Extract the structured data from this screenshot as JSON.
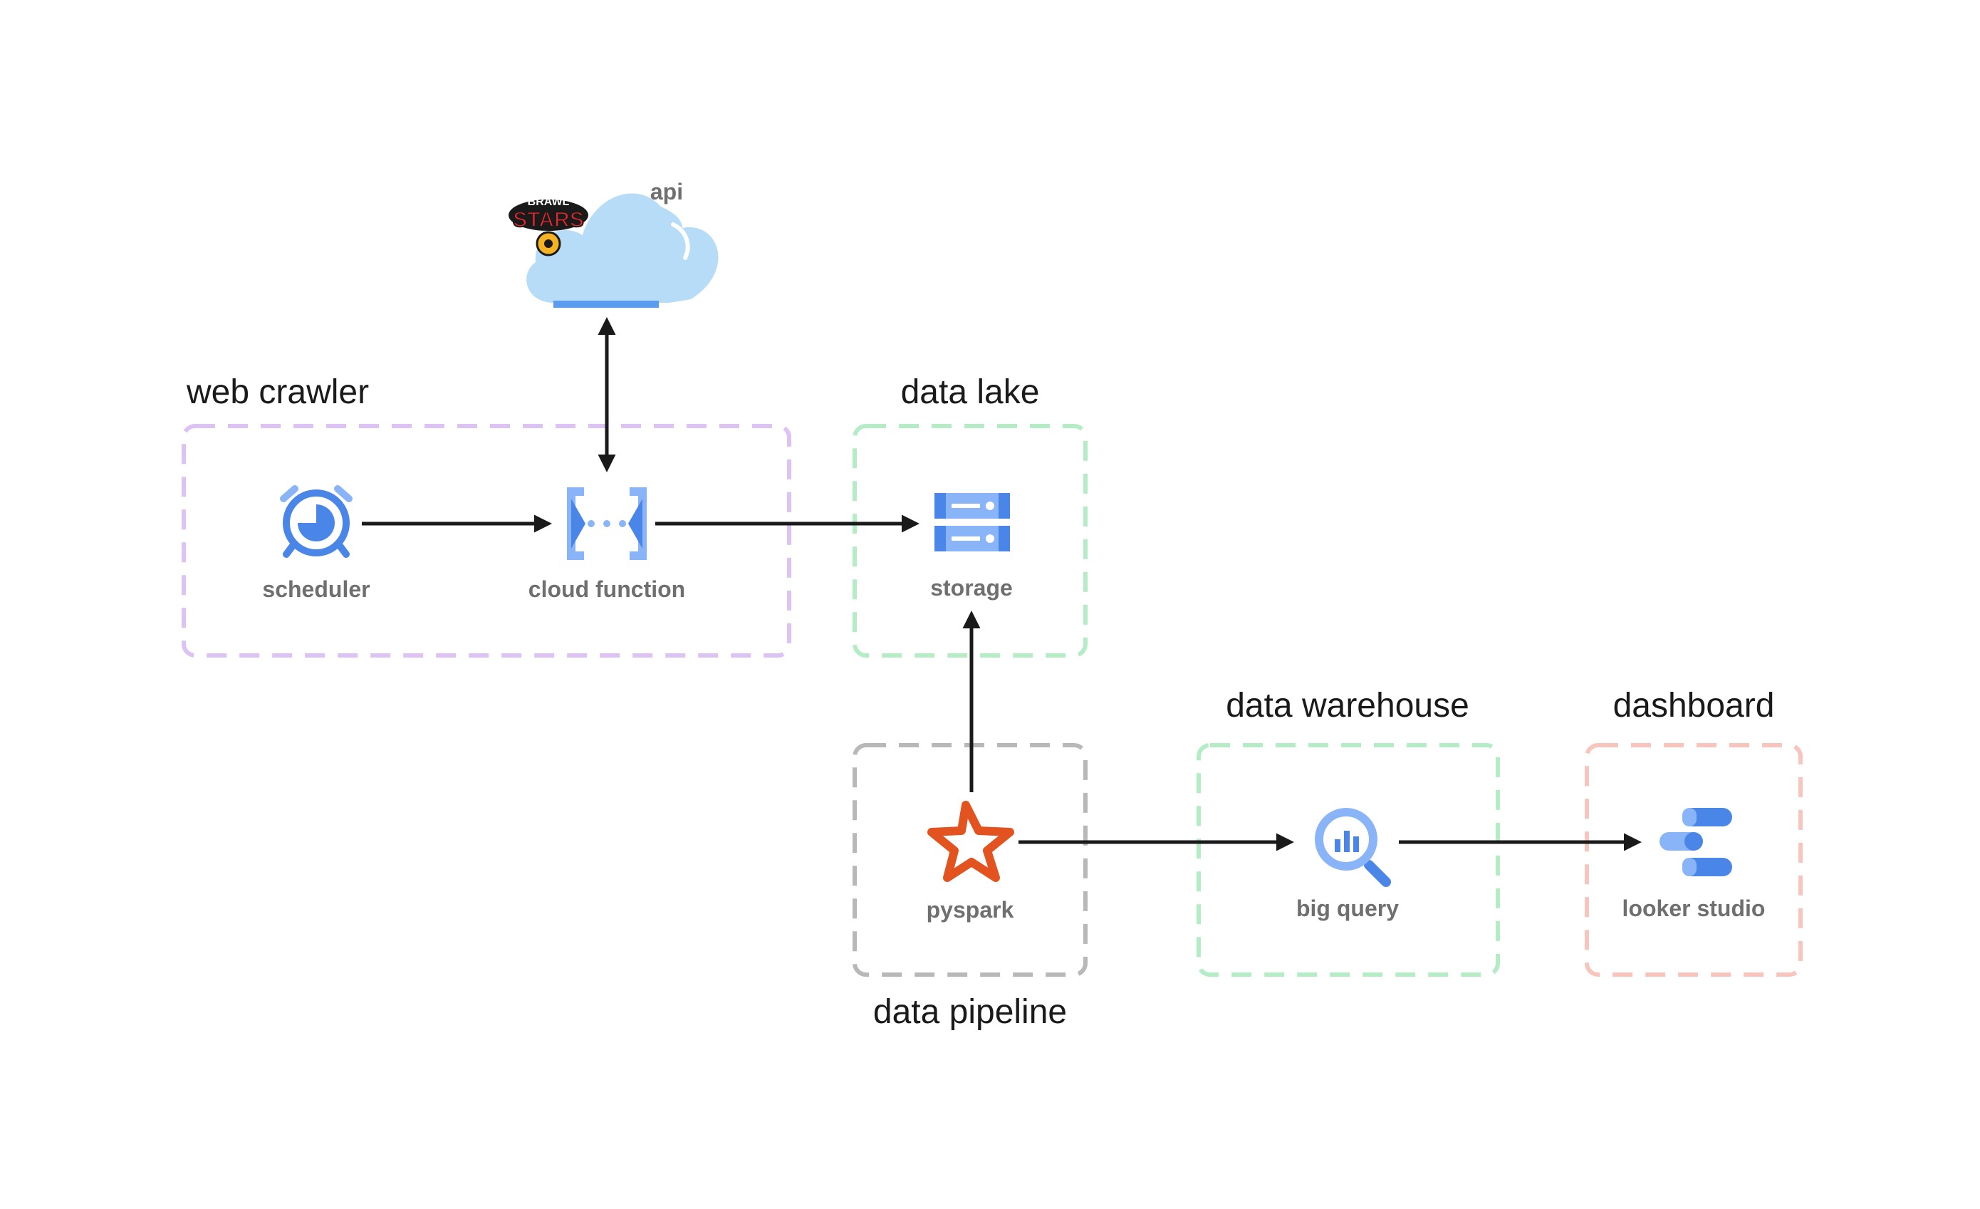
{
  "groups": {
    "web_crawler": {
      "title": "web crawler",
      "color": "#dcc2f5"
    },
    "data_lake": {
      "title": "data lake",
      "color": "#b4ecc6"
    },
    "data_pipeline": {
      "title": "data pipeline",
      "color": "#b8b8b8"
    },
    "data_warehouse": {
      "title": "data warehouse",
      "color": "#b4ecc6"
    },
    "dashboard": {
      "title": "dashboard",
      "color": "#f8c4bc"
    }
  },
  "nodes": {
    "api": {
      "label": "api",
      "icon": "cloud-icon",
      "logo_text": "BRAWL STARS"
    },
    "scheduler": {
      "label": "scheduler",
      "icon": "alarm-clock-icon"
    },
    "cloud_function": {
      "label": "cloud function",
      "icon": "cloud-function-icon"
    },
    "storage": {
      "label": "storage",
      "icon": "storage-icon"
    },
    "pyspark": {
      "label": "pyspark",
      "icon": "spark-star-icon"
    },
    "big_query": {
      "label": "big query",
      "icon": "bigquery-icon"
    },
    "looker_studio": {
      "label": "looker studio",
      "icon": "looker-studio-icon"
    }
  },
  "edges": [
    {
      "from": "scheduler",
      "to": "cloud_function"
    },
    {
      "from": "cloud_function",
      "to": "storage"
    },
    {
      "from": "cloud_function",
      "to": "api",
      "bidirectional": true
    },
    {
      "from": "pyspark",
      "to": "storage"
    },
    {
      "from": "pyspark",
      "to": "big_query"
    },
    {
      "from": "big_query",
      "to": "looker_studio"
    }
  ],
  "colors": {
    "icon_blue": "#4a86e8",
    "icon_light_blue": "#8ab4f8",
    "cloud_fill": "#b7dcf7",
    "spark_orange": "#e2531f",
    "arrow": "#1a1a1a",
    "label_gray": "#6f6f6f"
  }
}
